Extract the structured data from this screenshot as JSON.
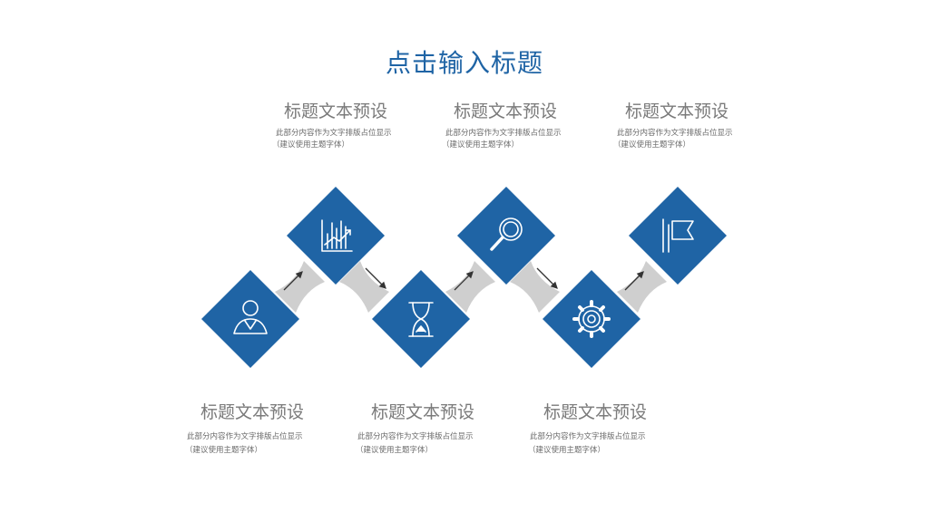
{
  "page": {
    "title": "点击输入标题",
    "accent_color": "#1f64a5",
    "connector_color": "#cfcfcf"
  },
  "top_blocks": [
    {
      "heading": "标题文本预设",
      "desc": "此部分内容作为文字排版占位显示",
      "note": "（建议使用主题字体）"
    },
    {
      "heading": "标题文本预设",
      "desc": "此部分内容作为文字排版占位显示",
      "note": "（建议使用主题字体）"
    },
    {
      "heading": "标题文本预设",
      "desc": "此部分内容作为文字排版占位显示",
      "note": "（建议使用主题字体）"
    }
  ],
  "bottom_blocks": [
    {
      "heading": "标题文本预设",
      "desc": "此部分内容作为文字排版占位显示",
      "note": "（建议使用主题字体）"
    },
    {
      "heading": "标题文本预设",
      "desc": "此部分内容作为文字排版占位显示",
      "note": "（建议使用主题字体）"
    },
    {
      "heading": "标题文本预设",
      "desc": "此部分内容作为文字排版占位显示",
      "note": "（建议使用主题字体）"
    }
  ],
  "steps": [
    {
      "icon": "person-icon"
    },
    {
      "icon": "bar-chart-icon"
    },
    {
      "icon": "hourglass-icon"
    },
    {
      "icon": "magnifier-icon"
    },
    {
      "icon": "gear-icon"
    },
    {
      "icon": "flag-icon"
    }
  ]
}
